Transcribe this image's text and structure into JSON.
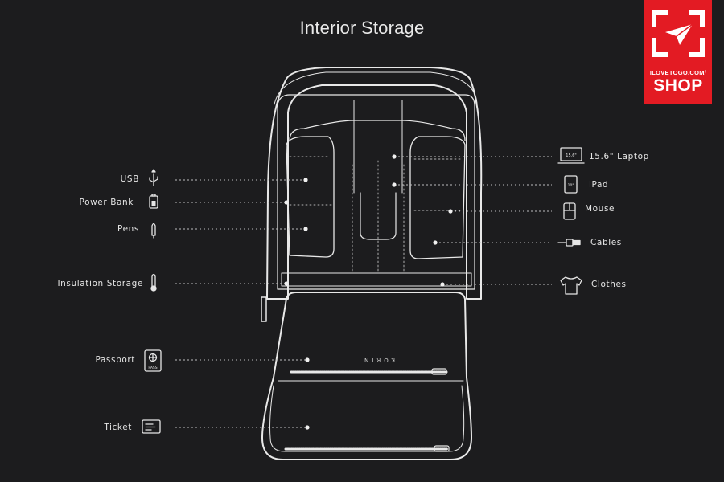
{
  "title": "Interior Storage",
  "left_items": [
    {
      "label": "USB",
      "icon": "usb-icon"
    },
    {
      "label": "Power Bank",
      "icon": "battery-icon"
    },
    {
      "label": "Pens",
      "icon": "pen-icon"
    },
    {
      "label": "Insulation Storage",
      "icon": "thermometer-icon"
    },
    {
      "label": "Passport",
      "icon": "passport-icon"
    },
    {
      "label": "Ticket",
      "icon": "ticket-icon"
    }
  ],
  "right_items": [
    {
      "label": "15.6\" Laptop",
      "icon": "laptop-icon"
    },
    {
      "label": "iPad",
      "icon": "tablet-icon"
    },
    {
      "label": "Mouse",
      "icon": "mouse-icon"
    },
    {
      "label": "Cables",
      "icon": "cable-icon"
    },
    {
      "label": "Clothes",
      "icon": "tshirt-icon"
    }
  ],
  "icon_text": {
    "laptop_screen": "15.6\"",
    "tablet_screen": "10\"",
    "passport": "PASS"
  },
  "bag_brand": "KORIN",
  "logo": {
    "site": "ILOVETOGO.COM/",
    "shop": "SHOP",
    "brand_color": "#e31b23"
  },
  "colors": {
    "background": "#1c1c1e",
    "line": "#e8e8e8",
    "leader": "#bdbdbd"
  }
}
